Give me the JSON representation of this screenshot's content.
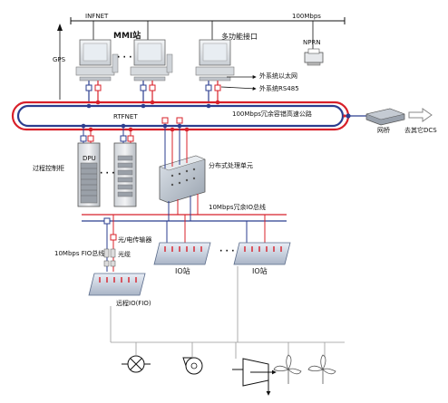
{
  "labels": {
    "infnet": "INFNET",
    "mbps100_top": "100Mbps",
    "mmi": "MMI站",
    "multi_if": "多功能接口",
    "gps": "GPS",
    "nprn": "NPRN",
    "dots_top": "· · ·",
    "ext_eth": "外系统以太网",
    "ext_rs485": "外系统RS485",
    "rtfnet": "RTFNET",
    "ring_bus": "100Mbps冗余容错高速公路",
    "bridge": "网桥",
    "other_dcs": "去其它DCS",
    "dpu": "DPU",
    "proc_cabinet": "过程控制柜",
    "dots_mid": "· · ·",
    "dist_unit": "分布式处理单元",
    "io_bus": "10Mbps冗余IO总线",
    "opt_conv": "光/电传输器",
    "fio_bus": "10Mbps FIO总线",
    "fiber": "光缆",
    "io_station_1": "IO站",
    "io_station_2": "IO站",
    "dots_io": "· · ·",
    "remote_io": "远程IO(FIO)"
  },
  "colors": {
    "red": "#d8202a",
    "blue": "#2b3d8f",
    "gray_line": "#8a8a8a",
    "black": "#111111"
  }
}
